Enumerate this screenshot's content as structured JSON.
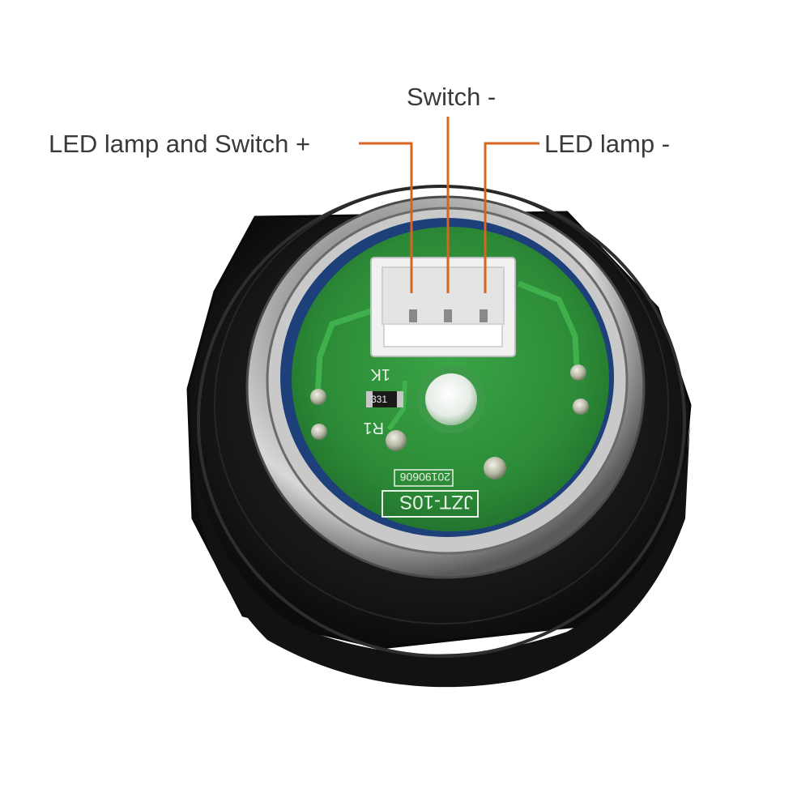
{
  "labels": {
    "led_and_switch_plus": "LED lamp and Switch +",
    "switch_minus": "Switch -",
    "led_minus": "LED lamp -"
  },
  "pcb": {
    "resistor_designator": "R1",
    "resistor_value": "1K",
    "resistor_code": "331",
    "model": "JZT-10S",
    "date_code": "20190606"
  },
  "colors": {
    "leader_line": "#d9631f",
    "pcb_green": "#2e8f3a",
    "housing": "#1c1c1c"
  }
}
